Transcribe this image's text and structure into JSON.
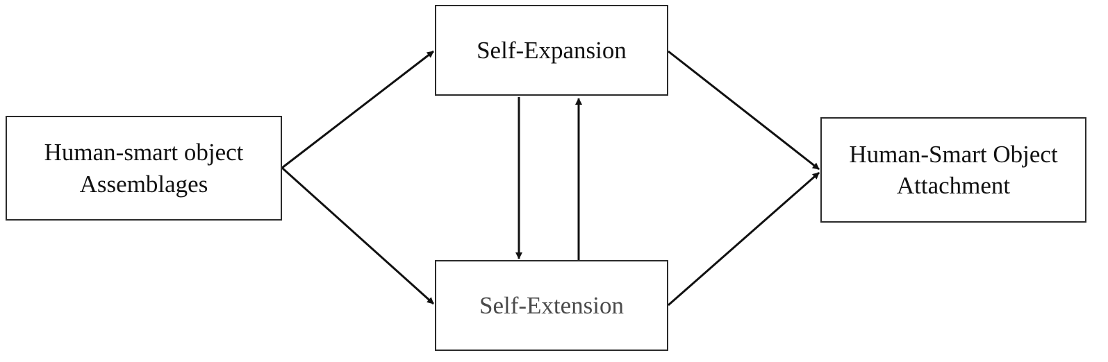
{
  "diagram": {
    "nodes": [
      {
        "id": "assemblages",
        "label": "Human-smart object\nAssemblages"
      },
      {
        "id": "expansion",
        "label": "Self-Expansion"
      },
      {
        "id": "extension",
        "label": "Self-Extension"
      },
      {
        "id": "attachment",
        "label": "Human-Smart Object\nAttachment"
      }
    ],
    "edges": [
      {
        "from": "assemblages",
        "to": "expansion"
      },
      {
        "from": "assemblages",
        "to": "extension"
      },
      {
        "from": "expansion",
        "to": "extension"
      },
      {
        "from": "extension",
        "to": "expansion"
      },
      {
        "from": "expansion",
        "to": "attachment"
      },
      {
        "from": "extension",
        "to": "attachment"
      }
    ],
    "colors": {
      "line": "#111111",
      "border": "#2a2a2a"
    }
  }
}
